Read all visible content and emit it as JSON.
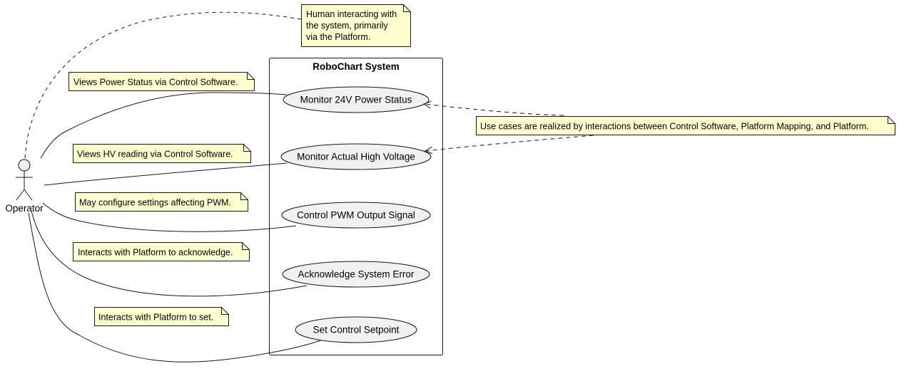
{
  "system": {
    "title": "RoboChart System"
  },
  "actor": {
    "label": "Operator"
  },
  "use_cases": [
    {
      "label": "Monitor 24V Power Status"
    },
    {
      "label": "Monitor Actual High Voltage"
    },
    {
      "label": "Control PWM Output Signal"
    },
    {
      "label": "Acknowledge System Error"
    },
    {
      "label": "Set Control Setpoint"
    }
  ],
  "notes": {
    "actor_note": [
      "Human interacting with",
      "the system, primarily",
      "via the Platform."
    ],
    "power": "Views Power Status via Control Software.",
    "hv": "Views HV reading via Control Software.",
    "pwm": "May configure settings affecting PWM.",
    "ack": "Interacts with Platform to acknowledge.",
    "setpoint": "Interacts with Platform to set.",
    "realization": "Use cases are realized by interactions between Control Software, Platform Mapping, and Platform."
  },
  "colors": {
    "note_fill": "#FEFECE",
    "usecase_fill": "#F1F1F1",
    "stroke": "#181818"
  }
}
